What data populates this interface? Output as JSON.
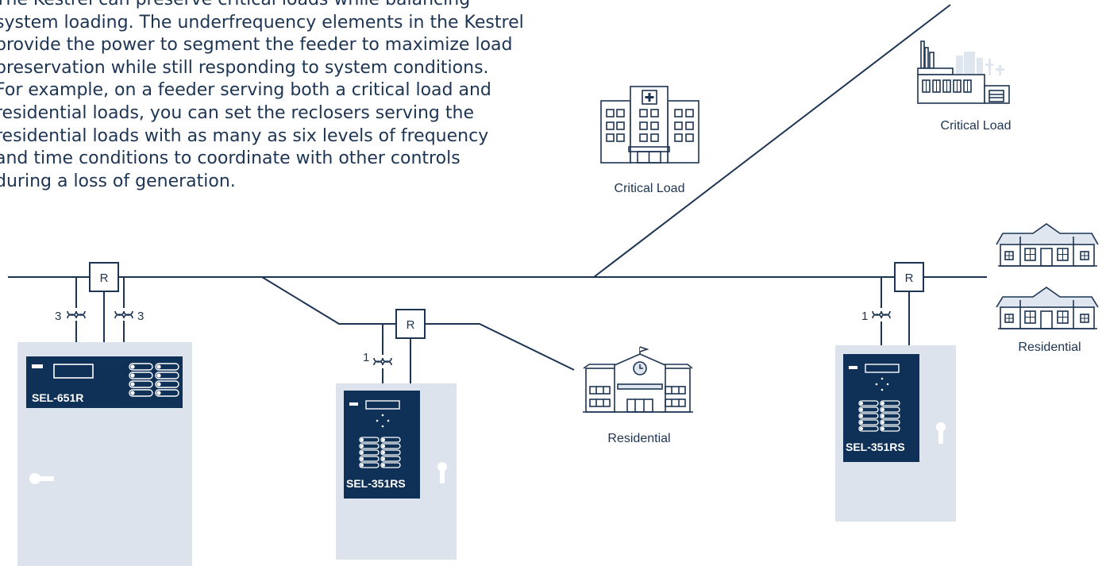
{
  "intro_lines": [
    "The Kestrel can preserve critical loads while balancing",
    "system loading. The underfrequency elements in the Kestrel",
    "provide the power to segment the feeder to maximize load",
    "preservation while still responding to system conditions.",
    "For example, on a feeder serving both a critical load and",
    "residential loads, you can set the reclosers serving the",
    "residential loads with as many as six levels of frequency",
    "and time conditions to coordinate with other controls",
    "during a loss of generation."
  ],
  "recloser_label": "R",
  "devices": {
    "left": {
      "model": "SEL-651R",
      "ct_left": "3",
      "ct_right": "3"
    },
    "middle": {
      "model": "SEL-351RS",
      "ct": "1"
    },
    "right": {
      "model": "SEL-351RS",
      "ct": "1"
    }
  },
  "loads": {
    "hospital": "Critical Load",
    "factory": "Critical Load",
    "school": "Residential",
    "houses": "Residential"
  },
  "colors": {
    "line": "#1d3553",
    "panel": "#0f3057",
    "cabinet": "#dde3ec",
    "icon_fill": "#dfe6ef",
    "text": "#1d3553"
  }
}
